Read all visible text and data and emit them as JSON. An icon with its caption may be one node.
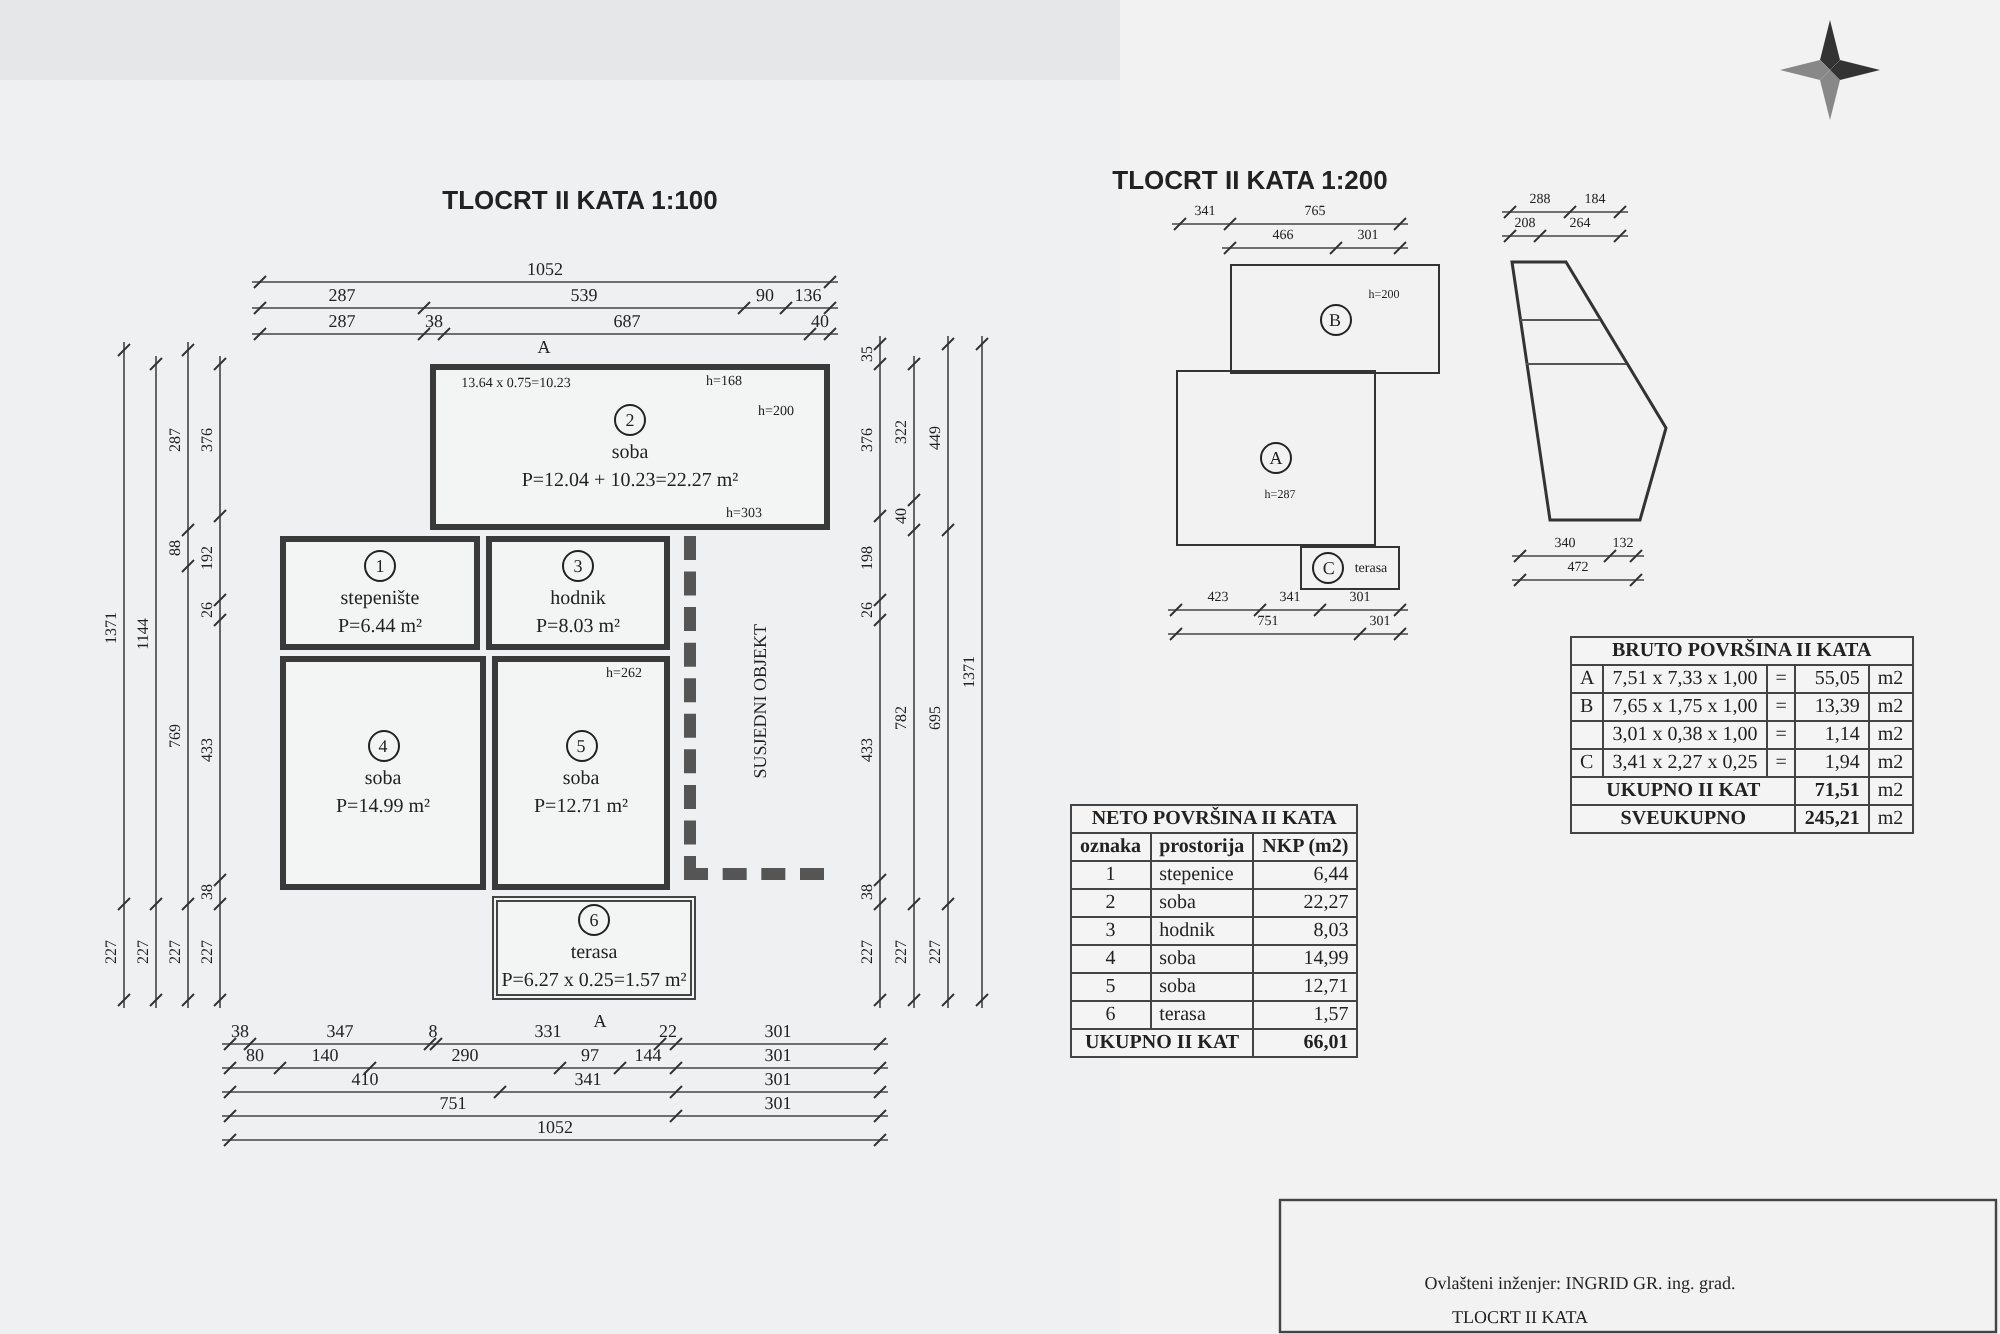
{
  "diagram": {
    "nodes": [
      {
        "text": [
          "2",
          "soba",
          "P=12.04 + 10.23=22.27 m²"
        ]
      },
      {
        "text": [
          "1",
          "stepenište",
          "P=6.44 m²"
        ]
      },
      {
        "text": [
          "3",
          "hodnik",
          "P=8.03 m²"
        ]
      },
      {
        "text": [
          "4",
          "soba",
          "P=14.99 m²"
        ]
      },
      {
        "text": [
          "5",
          "soba",
          "P=12.71 m²"
        ]
      },
      {
        "text": [
          "6",
          "terasa",
          "P=6.27 x 0.25=1.57 m²"
        ]
      },
      {
        "text": [
          "SUSJEDNI OBJEKT"
        ]
      },
      {
        "text": [
          "B"
        ]
      },
      {
        "text": [
          "A"
        ]
      },
      {
        "text": [
          "C",
          "terasa"
        ]
      },
      {
        "text": [],
        "shape": "box"
      }
    ],
    "labels": [
      "TLOCRT II KATA 1:100",
      "TLOCRT II KATA 1:200",
      "1052",
      "287",
      "539",
      "90",
      "136",
      "287",
      "38",
      "687",
      "40",
      "A",
      "13.64 x 0.75=10.23",
      "h=168",
      "h=200",
      "h=303",
      "h=262",
      "1371",
      "227",
      "1144",
      "227",
      "287",
      "88",
      "769",
      "227",
      "376",
      "192",
      "26",
      "433",
      "38",
      "227",
      "35",
      "376",
      "198",
      "26",
      "433",
      "38",
      "227",
      "322",
      "40",
      "782",
      "227",
      "449",
      "695",
      "227",
      "1371",
      "A",
      "38",
      "347",
      "8",
      "331",
      "22",
      "301",
      "80",
      "140",
      "290",
      "97",
      "144",
      "301",
      "410",
      "341",
      "301",
      "751",
      "301",
      "1052",
      "341",
      "765",
      "466",
      "301",
      "288",
      "184",
      "208",
      "264",
      "340",
      "132",
      "472",
      "423",
      "341",
      "301",
      "751",
      "301",
      "h=200",
      "h=287",
      "NETO POVRŠINA II KATA",
      "oznaka",
      "prostorija",
      "NKP (m2)",
      "1",
      "stepenice",
      "6,44",
      "2",
      "soba",
      "22,27",
      "3",
      "hodnik",
      "8,03",
      "4",
      "soba",
      "14,99",
      "5",
      "soba",
      "12,71",
      "6",
      "terasa",
      "1,57",
      "UKUPNO II KAT",
      "66,01",
      "BRUTO POVRŠINA II KATA",
      "A",
      "7,51 x 7,33 x 1,00",
      "=",
      "55,05",
      "m2",
      "B",
      "7,65 x 1,75 x 1,00",
      "=",
      "13,39",
      "m2",
      "3,01 x 0,38 x 1,00",
      "=",
      "1,14",
      "m2",
      "C",
      "3,41 x 2,27 x 0,25",
      "=",
      "1,94",
      "m2",
      "UKUPNO II KAT",
      "71,51",
      "m2",
      "SVEUKUPNO",
      "245,21",
      "m2",
      "Ovlašteni inženjer: INGRID GR. ing. grad.",
      "TLOCRT II KATA"
    ]
  }
}
